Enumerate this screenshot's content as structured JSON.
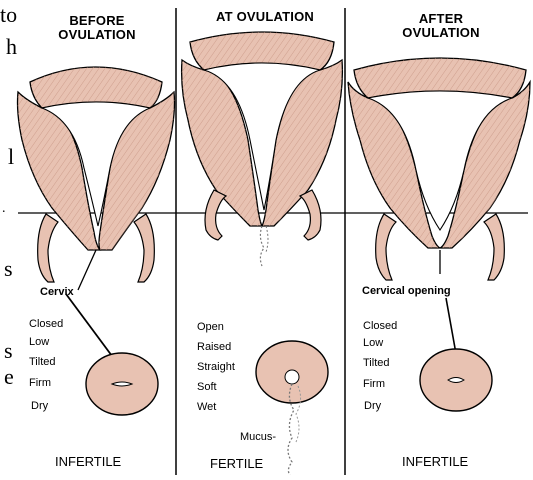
{
  "left_margin_text": {
    "to": "to",
    "h": "h",
    "l": "l",
    "dot": ".",
    "s1": "s",
    "s2": "s",
    "e": "e"
  },
  "panels": [
    {
      "title_line1": "BEFORE",
      "title_line2": "OVULATION",
      "pointer_label": "Cervix",
      "traits": [
        "Closed",
        "Low",
        "Tilted",
        "Firm",
        "Dry"
      ],
      "fertility": "INFERTILE"
    },
    {
      "title_line1": "AT OVULATION",
      "traits": [
        "Open",
        "Raised",
        "Straight",
        "Soft",
        "Wet"
      ],
      "mucus_label": "Mucus",
      "fertility": "FERTILE"
    },
    {
      "title_line1": "AFTER",
      "title_line2": "OVULATION",
      "pointer_label": "Cervical opening",
      "traits": [
        "Closed",
        "Low",
        "Tilted",
        "Firm",
        "Dry"
      ],
      "fertility": "INFERTILE"
    }
  ],
  "colors": {
    "tissue": "#e8c2b2",
    "tissue_dark": "#d9a894",
    "line": "#000000"
  }
}
